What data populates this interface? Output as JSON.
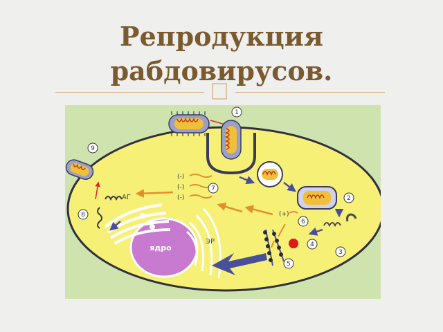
{
  "slide": {
    "title_line1": "Репродукция",
    "title_line2": "рабдовирусов."
  },
  "diagram": {
    "labels": {
      "nucleus": "ядро",
      "golgi": "АГ",
      "er": "ЭР",
      "minus": "(-)",
      "plus": "(+)"
    },
    "steps": [
      "1",
      "2",
      "3",
      "4",
      "5",
      "6",
      "7",
      "8",
      "9"
    ],
    "colors": {
      "frame_bg": "#cfe3ae",
      "cytoplasm": "#f6f077",
      "nucleus": "#c77ad0",
      "orange_arrow": "#e0902a",
      "blue_arrow": "#4a4f9c",
      "virion_core": "#f0c03a",
      "red_dot": "#e01818"
    }
  }
}
